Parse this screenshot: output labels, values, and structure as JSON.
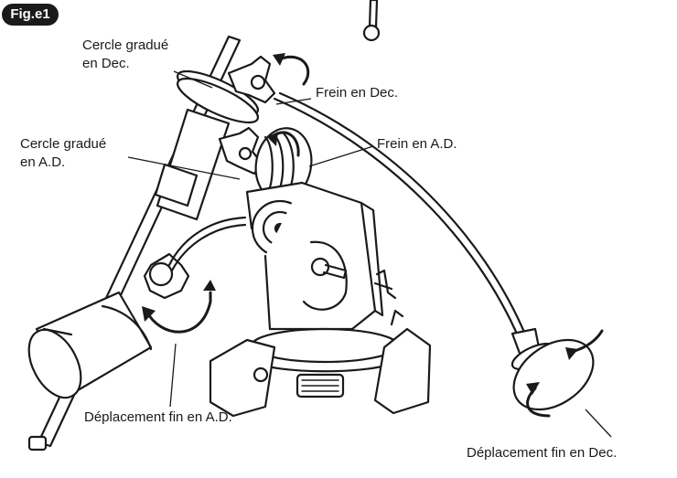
{
  "figure_tag": "Fig.e1",
  "labels": {
    "dec_setting_circle": [
      "Cercle gradué",
      "en Dec."
    ],
    "dec_lock": "Frein en Dec.",
    "ra_setting_circle": [
      "Cercle gradué",
      "en A.D."
    ],
    "ra_lock": "Frein en A.D.",
    "ra_slow_motion": "Déplacement fin en A.D.",
    "dec_slow_motion": "Déplacement fin en Dec."
  }
}
